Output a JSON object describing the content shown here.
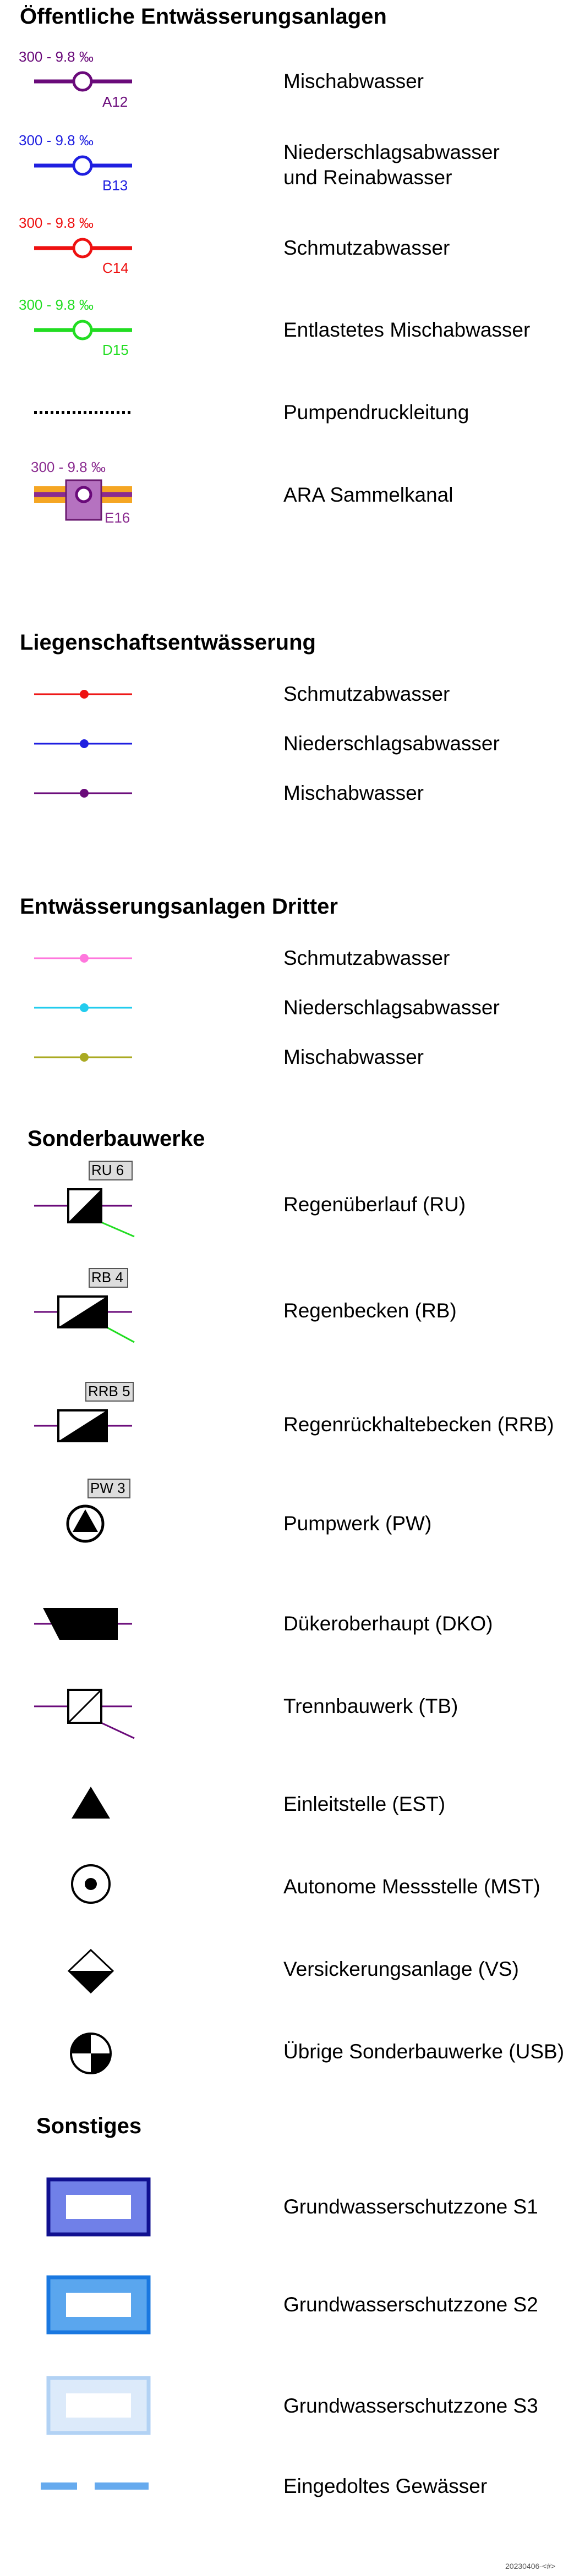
{
  "sections": {
    "public": "Öffentliche Entwässerungsanlagen",
    "property": "Liegenschaftsentwässerung",
    "third": "Entwässerungsanlagen Dritter",
    "special": "Sonderbauwerke",
    "other": "Sonstiges"
  },
  "public_items": [
    {
      "gradient": "300 - 9.8 ‰",
      "code": "A12",
      "label": "Mischabwasser",
      "color": "#6a0a7a"
    },
    {
      "gradient": "300 - 9.8 ‰",
      "code": "B13",
      "label": "Niederschlagsabwasser",
      "label2": "und Reinabwasser",
      "color": "#1f1fe0"
    },
    {
      "gradient": "300 - 9.8 ‰",
      "code": "C14",
      "label": "Schmutzabwasser",
      "color": "#ee1111"
    },
    {
      "gradient": "300 - 9.8 ‰",
      "code": "D15",
      "label": "Entlastetes Mischabwasser",
      "color": "#22dd22"
    },
    {
      "label": "Pumpendruckleitung",
      "color": "#000000"
    },
    {
      "gradient": "300 - 9.8 ‰",
      "code": "E16",
      "label": "ARA Sammelkanal",
      "color": "#8a2b8f"
    }
  ],
  "property_items": [
    {
      "label": "Schmutzabwasser",
      "color": "#ee1111"
    },
    {
      "label": "Niederschlagsabwasser",
      "color": "#1f1fe0"
    },
    {
      "label": "Mischabwasser",
      "color": "#6a0a7a"
    }
  ],
  "third_items": [
    {
      "label": "Schmutzabwasser",
      "color": "#ff77dd"
    },
    {
      "label": "Niederschlagsabwasser",
      "color": "#22ccee"
    },
    {
      "label": "Mischabwasser",
      "color": "#aaaa22"
    }
  ],
  "special_items": [
    {
      "tag": "RU 6",
      "label": "Regenüberlauf (RU)"
    },
    {
      "tag": "RB 4",
      "label": "Regenbecken (RB)"
    },
    {
      "tag": "RRB 5",
      "label": "Regenrückhaltebecken (RRB)"
    },
    {
      "tag": "PW 3",
      "label": "Pumpwerk (PW)"
    },
    {
      "label": "Dükeroberhaupt (DKO)"
    },
    {
      "label": "Trennbauwerk (TB)"
    },
    {
      "label": "Einleitstelle (EST)"
    },
    {
      "label": "Autonome Messstelle (MST)"
    },
    {
      "label": "Versickerungsanlage (VS)"
    },
    {
      "label": "Übrige Sonderbauwerke (USB)"
    }
  ],
  "other_items": [
    {
      "label": "Grundwasserschutzzone S1",
      "color": "#4a55d8"
    },
    {
      "label": "Grundwasserschutzzone S2",
      "color": "#2e8ce6"
    },
    {
      "label": "Grundwasserschutzzone S3",
      "color": "#bcd9f7"
    },
    {
      "label": "Eingedoltes Gewässer",
      "color": "#66aaee"
    }
  ],
  "footer": "20230406-<#>"
}
